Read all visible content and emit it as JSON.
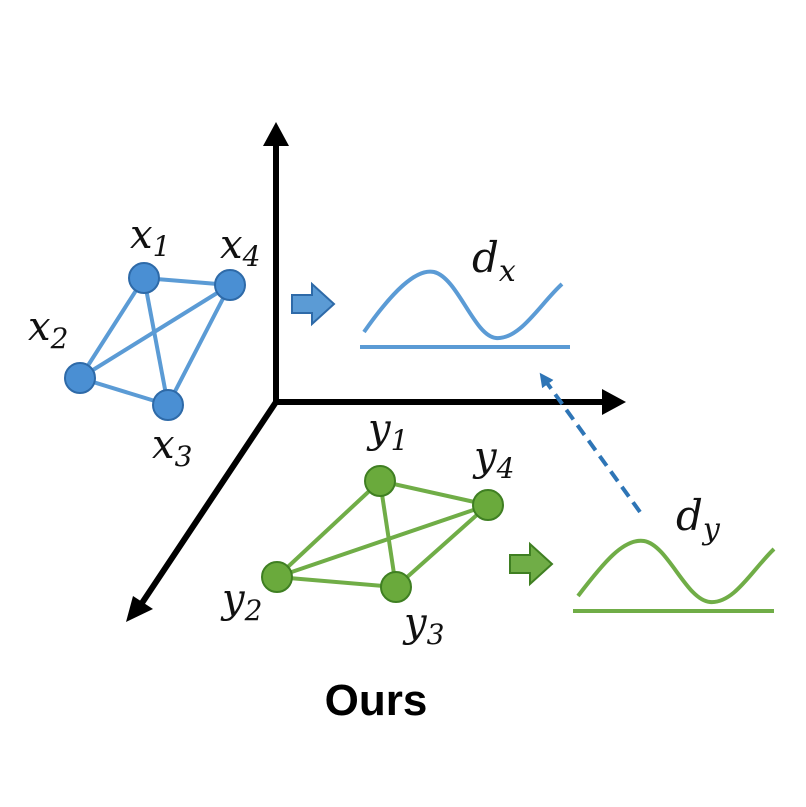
{
  "colors": {
    "blue": "#5b9bd5",
    "blue_node": "#4a8fd3",
    "blue_node_stroke": "#2e6aa8",
    "green": "#70ad47",
    "green_node": "#6aaa3c",
    "green_node_stroke": "#3f7f22",
    "axis": "#000000"
  },
  "graph_x": {
    "label_base": "x",
    "nodes": [
      {
        "sub": "1"
      },
      {
        "sub": "2"
      },
      {
        "sub": "3"
      },
      {
        "sub": "4"
      }
    ],
    "distribution_label": {
      "base": "d",
      "sub": "x"
    }
  },
  "graph_y": {
    "label_base": "y",
    "nodes": [
      {
        "sub": "1"
      },
      {
        "sub": "2"
      },
      {
        "sub": "3"
      },
      {
        "sub": "4"
      }
    ],
    "distribution_label": {
      "base": "d",
      "sub": "y"
    }
  },
  "caption": "Ours"
}
